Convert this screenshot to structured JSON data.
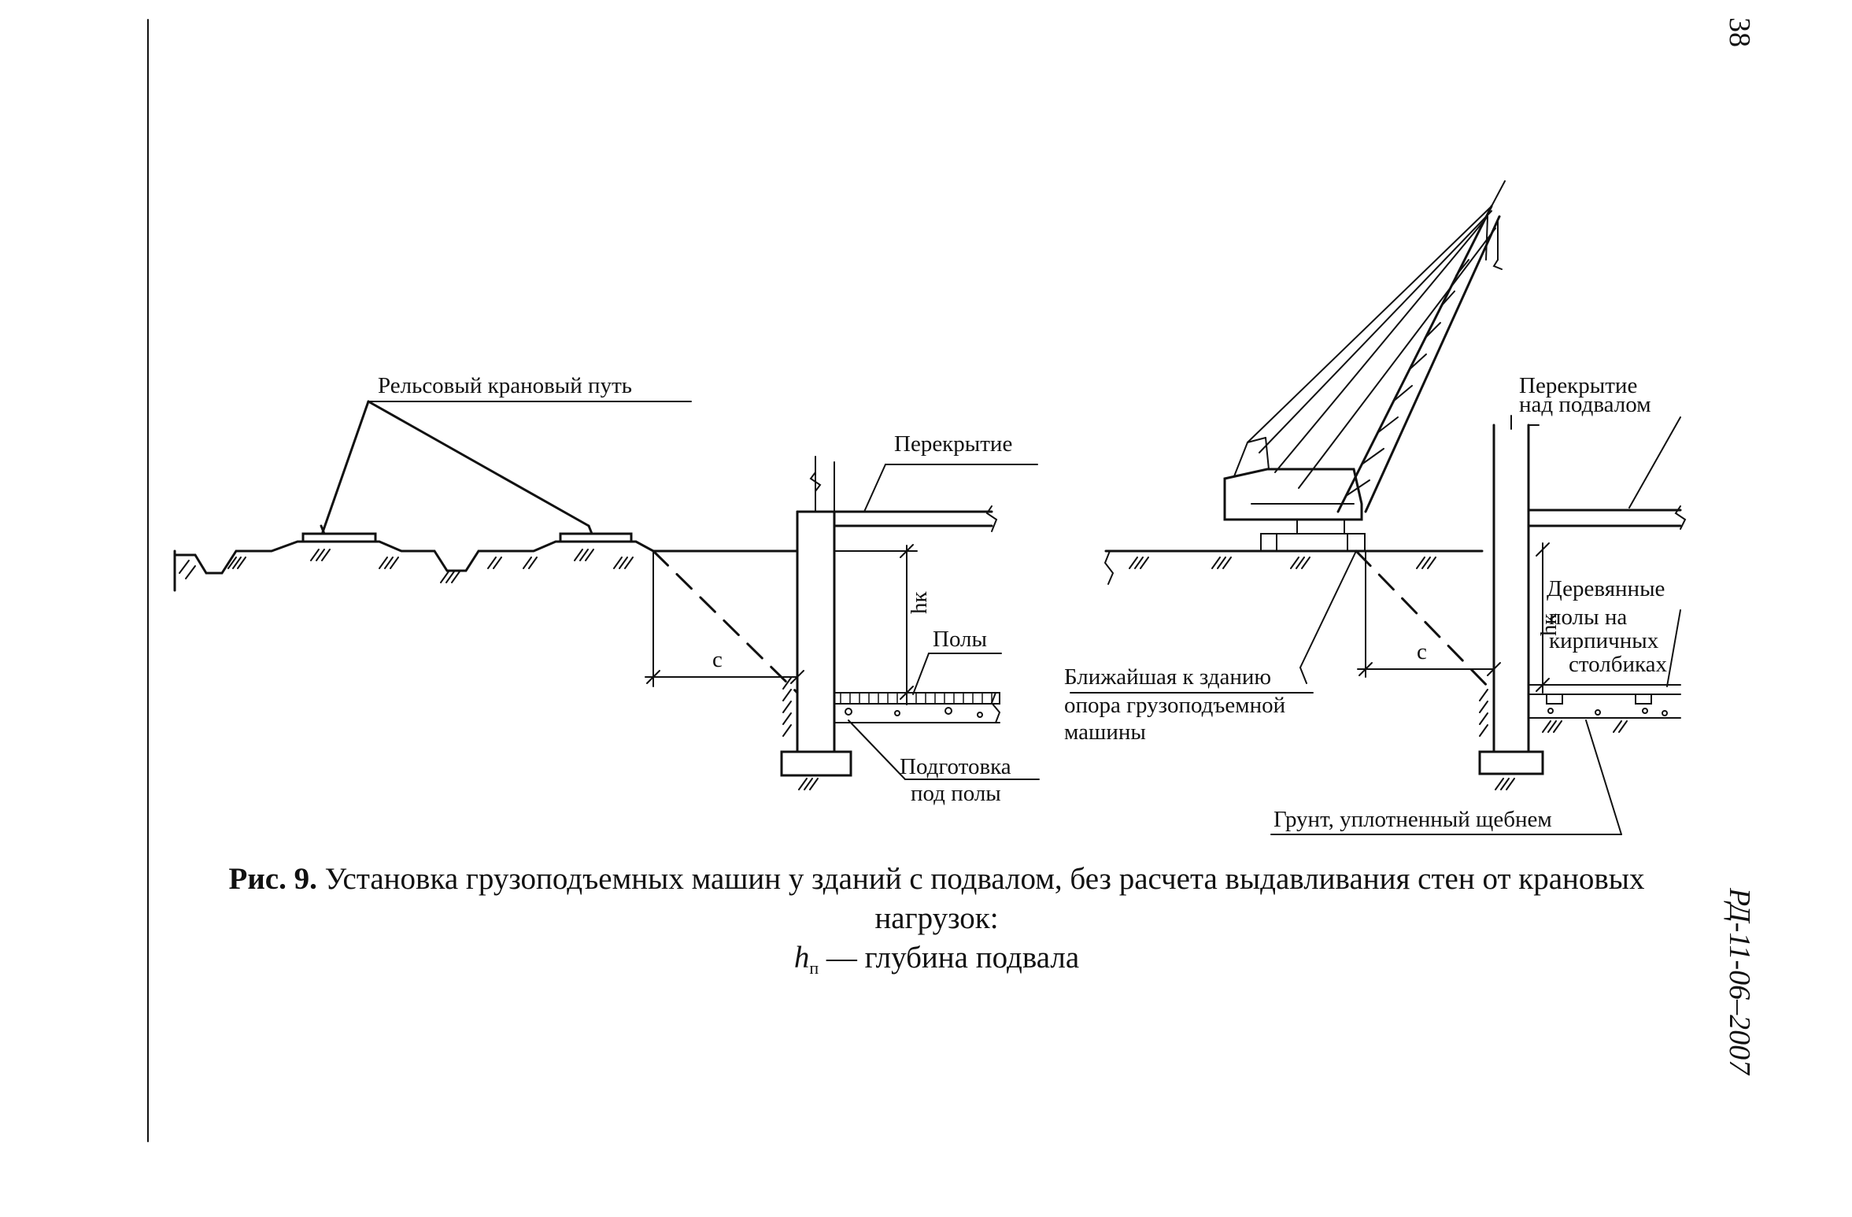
{
  "page_number": "38",
  "doc_code": "РД-11-06–2007",
  "labels": {
    "rail_track": "Рельсовый крановый путь",
    "slab_left": "Перекрытие",
    "floors": "Полы",
    "prep_line1": "Подготовка",
    "prep_line2": "под полы",
    "dim_c_left": "с",
    "dim_h_left": "hк",
    "slab_right_line1": "Перекрытие",
    "slab_right_line2": "над подвалом",
    "wood_line1": "Деревянные",
    "wood_line2": "полы на",
    "wood_line3": "кирпичных",
    "wood_line4": "столбиках",
    "nearest_line1": "Ближайшая к зданию",
    "nearest_line2": "опора грузоподъемной",
    "nearest_line3": "машины",
    "dim_c_right": "с",
    "dim_h_right": "hк",
    "soil": "Грунт, уплотненный щебнем"
  },
  "caption": {
    "fig_label": "Рис. 9.",
    "title": "Установка грузоподъемных машин у зданий с подвалом, без расчета выдавливания стен от крановых нагрузок:",
    "legend_symbol": "h",
    "legend_sub": "п",
    "legend_text": "— глубина подвала"
  }
}
